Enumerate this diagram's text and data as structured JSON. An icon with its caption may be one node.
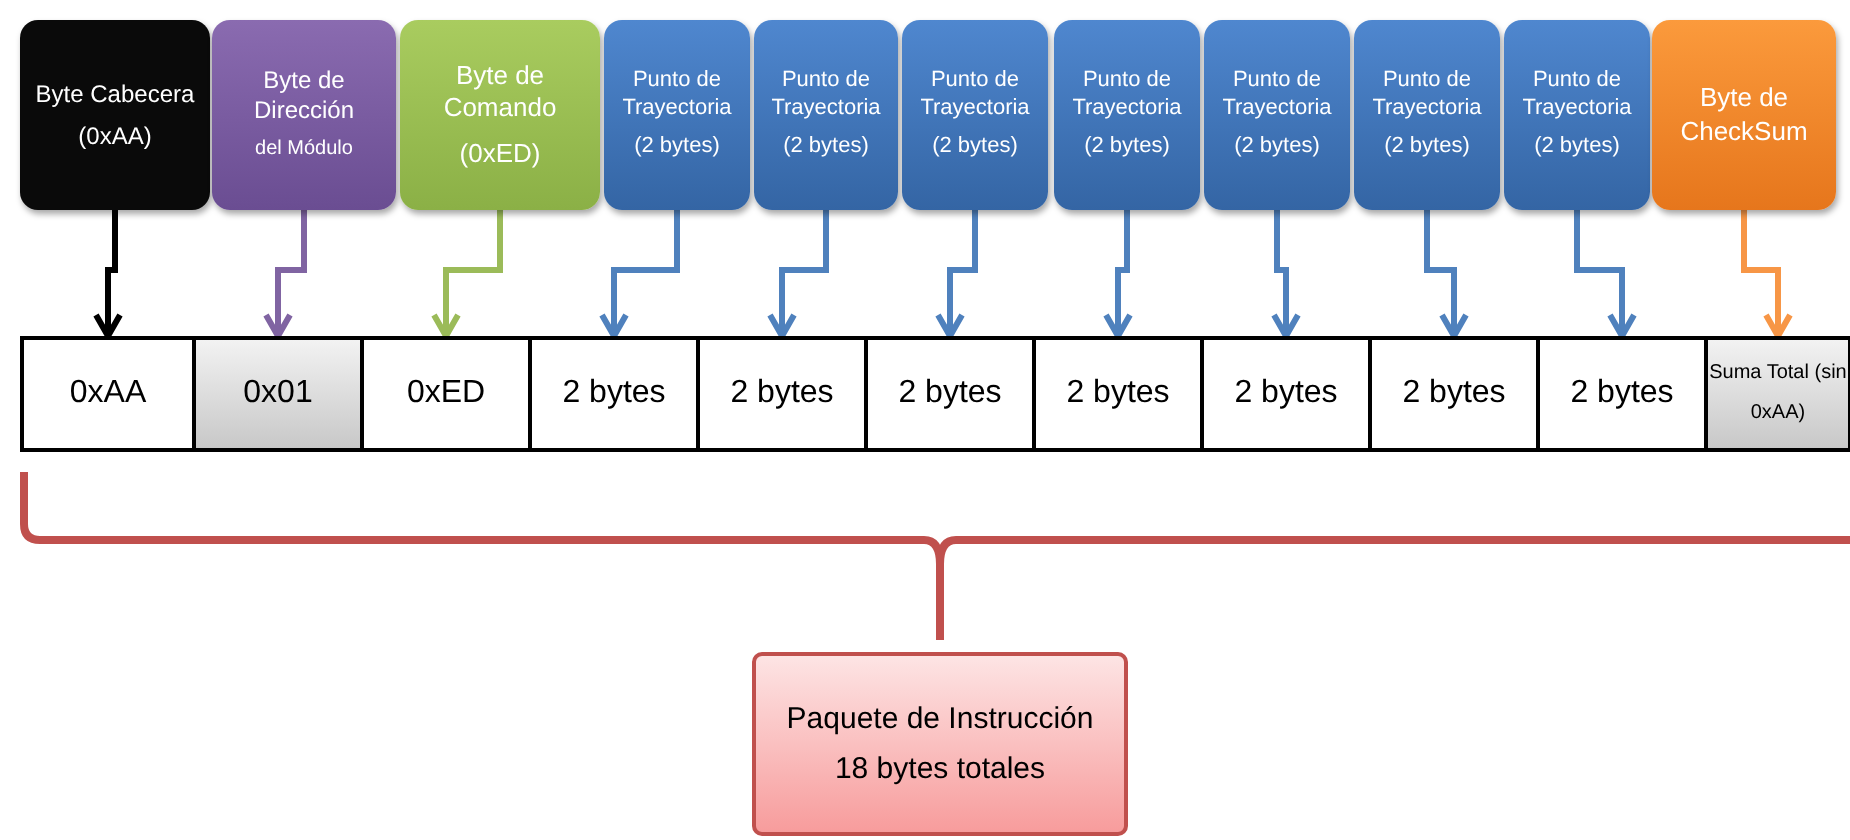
{
  "diagram": {
    "nodes": [
      {
        "text": [
          "Byte Cabecera",
          "(0xAA)"
        ]
      },
      {
        "text": [
          "Byte de Dirección",
          "del Módulo"
        ]
      },
      {
        "text": [
          "Byte de Comando",
          "(0xED)"
        ]
      },
      {
        "text": [
          "Punto de Trayectoria",
          "(2 bytes)"
        ]
      },
      {
        "text": [
          "Punto de Trayectoria",
          "(2 bytes)"
        ]
      },
      {
        "text": [
          "Punto de Trayectoria",
          "(2 bytes)"
        ]
      },
      {
        "text": [
          "Punto de Trayectoria",
          "(2 bytes)"
        ]
      },
      {
        "text": [
          "Punto de Trayectoria",
          "(2 bytes)"
        ]
      },
      {
        "text": [
          "Punto de Trayectoria",
          "(2 bytes)"
        ]
      },
      {
        "text": [
          "Punto de Trayectoria",
          "(2 bytes)"
        ]
      },
      {
        "text": [
          "Byte de CheckSum"
        ]
      },
      {
        "text": [
          "0xAA"
        ]
      },
      {
        "text": [
          "0x01"
        ]
      },
      {
        "text": [
          "0xED"
        ]
      },
      {
        "text": [
          "2 bytes"
        ]
      },
      {
        "text": [
          "2 bytes"
        ]
      },
      {
        "text": [
          "2 bytes"
        ]
      },
      {
        "text": [
          "2 bytes"
        ]
      },
      {
        "text": [
          "2 bytes"
        ]
      },
      {
        "text": [
          "2 bytes"
        ]
      },
      {
        "text": [
          "2 bytes"
        ]
      },
      {
        "text": [
          "Suma Total (sin 0xAA)"
        ]
      },
      {
        "text": [
          "Paquete de Instrucción",
          "18 bytes totales"
        ]
      }
    ],
    "edges": [
      {
        "from": 0,
        "to": 11,
        "arrow": "to",
        "color": "#000000"
      },
      {
        "from": 1,
        "to": 12,
        "arrow": "to",
        "color": "#8064a2"
      },
      {
        "from": 2,
        "to": 13,
        "arrow": "to",
        "color": "#9bbb59"
      },
      {
        "from": 3,
        "to": 14,
        "arrow": "to"
      },
      {
        "from": 4,
        "to": 15,
        "arrow": "to"
      },
      {
        "from": 5,
        "to": 16,
        "arrow": "to"
      },
      {
        "from": 6,
        "to": 17,
        "arrow": "to"
      },
      {
        "from": 7,
        "to": 18,
        "arrow": "to"
      },
      {
        "from": 8,
        "to": 19,
        "arrow": "to"
      },
      {
        "from": 9,
        "to": 20,
        "arrow": "to"
      },
      {
        "from": 10,
        "to": 21,
        "arrow": "to",
        "color": "#f79646"
      }
    ]
  }
}
